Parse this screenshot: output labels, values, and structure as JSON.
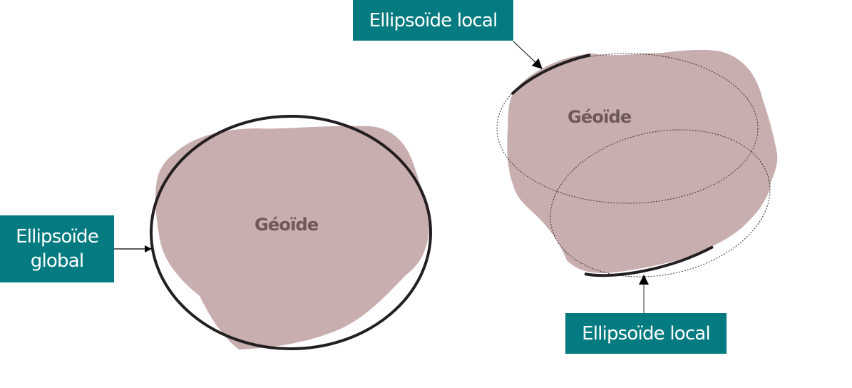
{
  "colors": {
    "label_bg": "#047b80",
    "label_text": "#ffffff",
    "geoid_fill": "#c8aeae",
    "geoid_text": "#6e5858",
    "ellipse_stroke": "#231f20"
  },
  "left_panel": {
    "geoid_label": "Géoïde",
    "ellipsoid_label_line1": "Ellipsoïde",
    "ellipsoid_label_line2": "global"
  },
  "right_panel": {
    "geoid_label": "Géoïde",
    "top_ellipsoid_label": "Ellipsoïde local",
    "bottom_ellipsoid_label": "Ellipsoïde local"
  }
}
